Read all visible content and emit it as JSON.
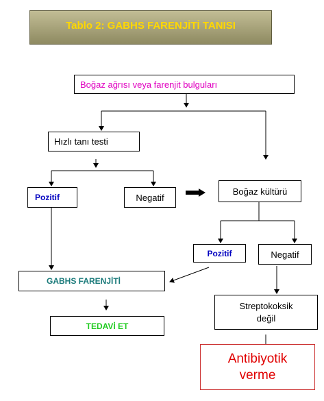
{
  "title": "Tablo 2: GABHS FARENJİTİ TANISI",
  "nodes": {
    "start": "Boğaz ağrısı veya farenjit bulguları",
    "rapid_test": "Hızlı tanı testi",
    "positive_1": "Pozitif",
    "negative_1": "Negatif",
    "throat_culture": "Boğaz kültürü",
    "positive_2": "Pozitif",
    "negative_2": "Negatif",
    "gabhs": "GABHS FARENJİTİ",
    "not_strep_line1": "Streptokoksik",
    "not_strep_line2": "değil",
    "treat": "TEDAVİ ET",
    "no_antibiotic_line1": "Antibiyotik",
    "no_antibiotic_line2": "verme"
  },
  "colors": {
    "title_text": "#ffd800",
    "start_text": "#e000c0",
    "positive_text": "#0000c0",
    "gabhs_text": "#1a7a7a",
    "treat_text": "#22cc22",
    "antibiotic_text": "#e00000"
  }
}
